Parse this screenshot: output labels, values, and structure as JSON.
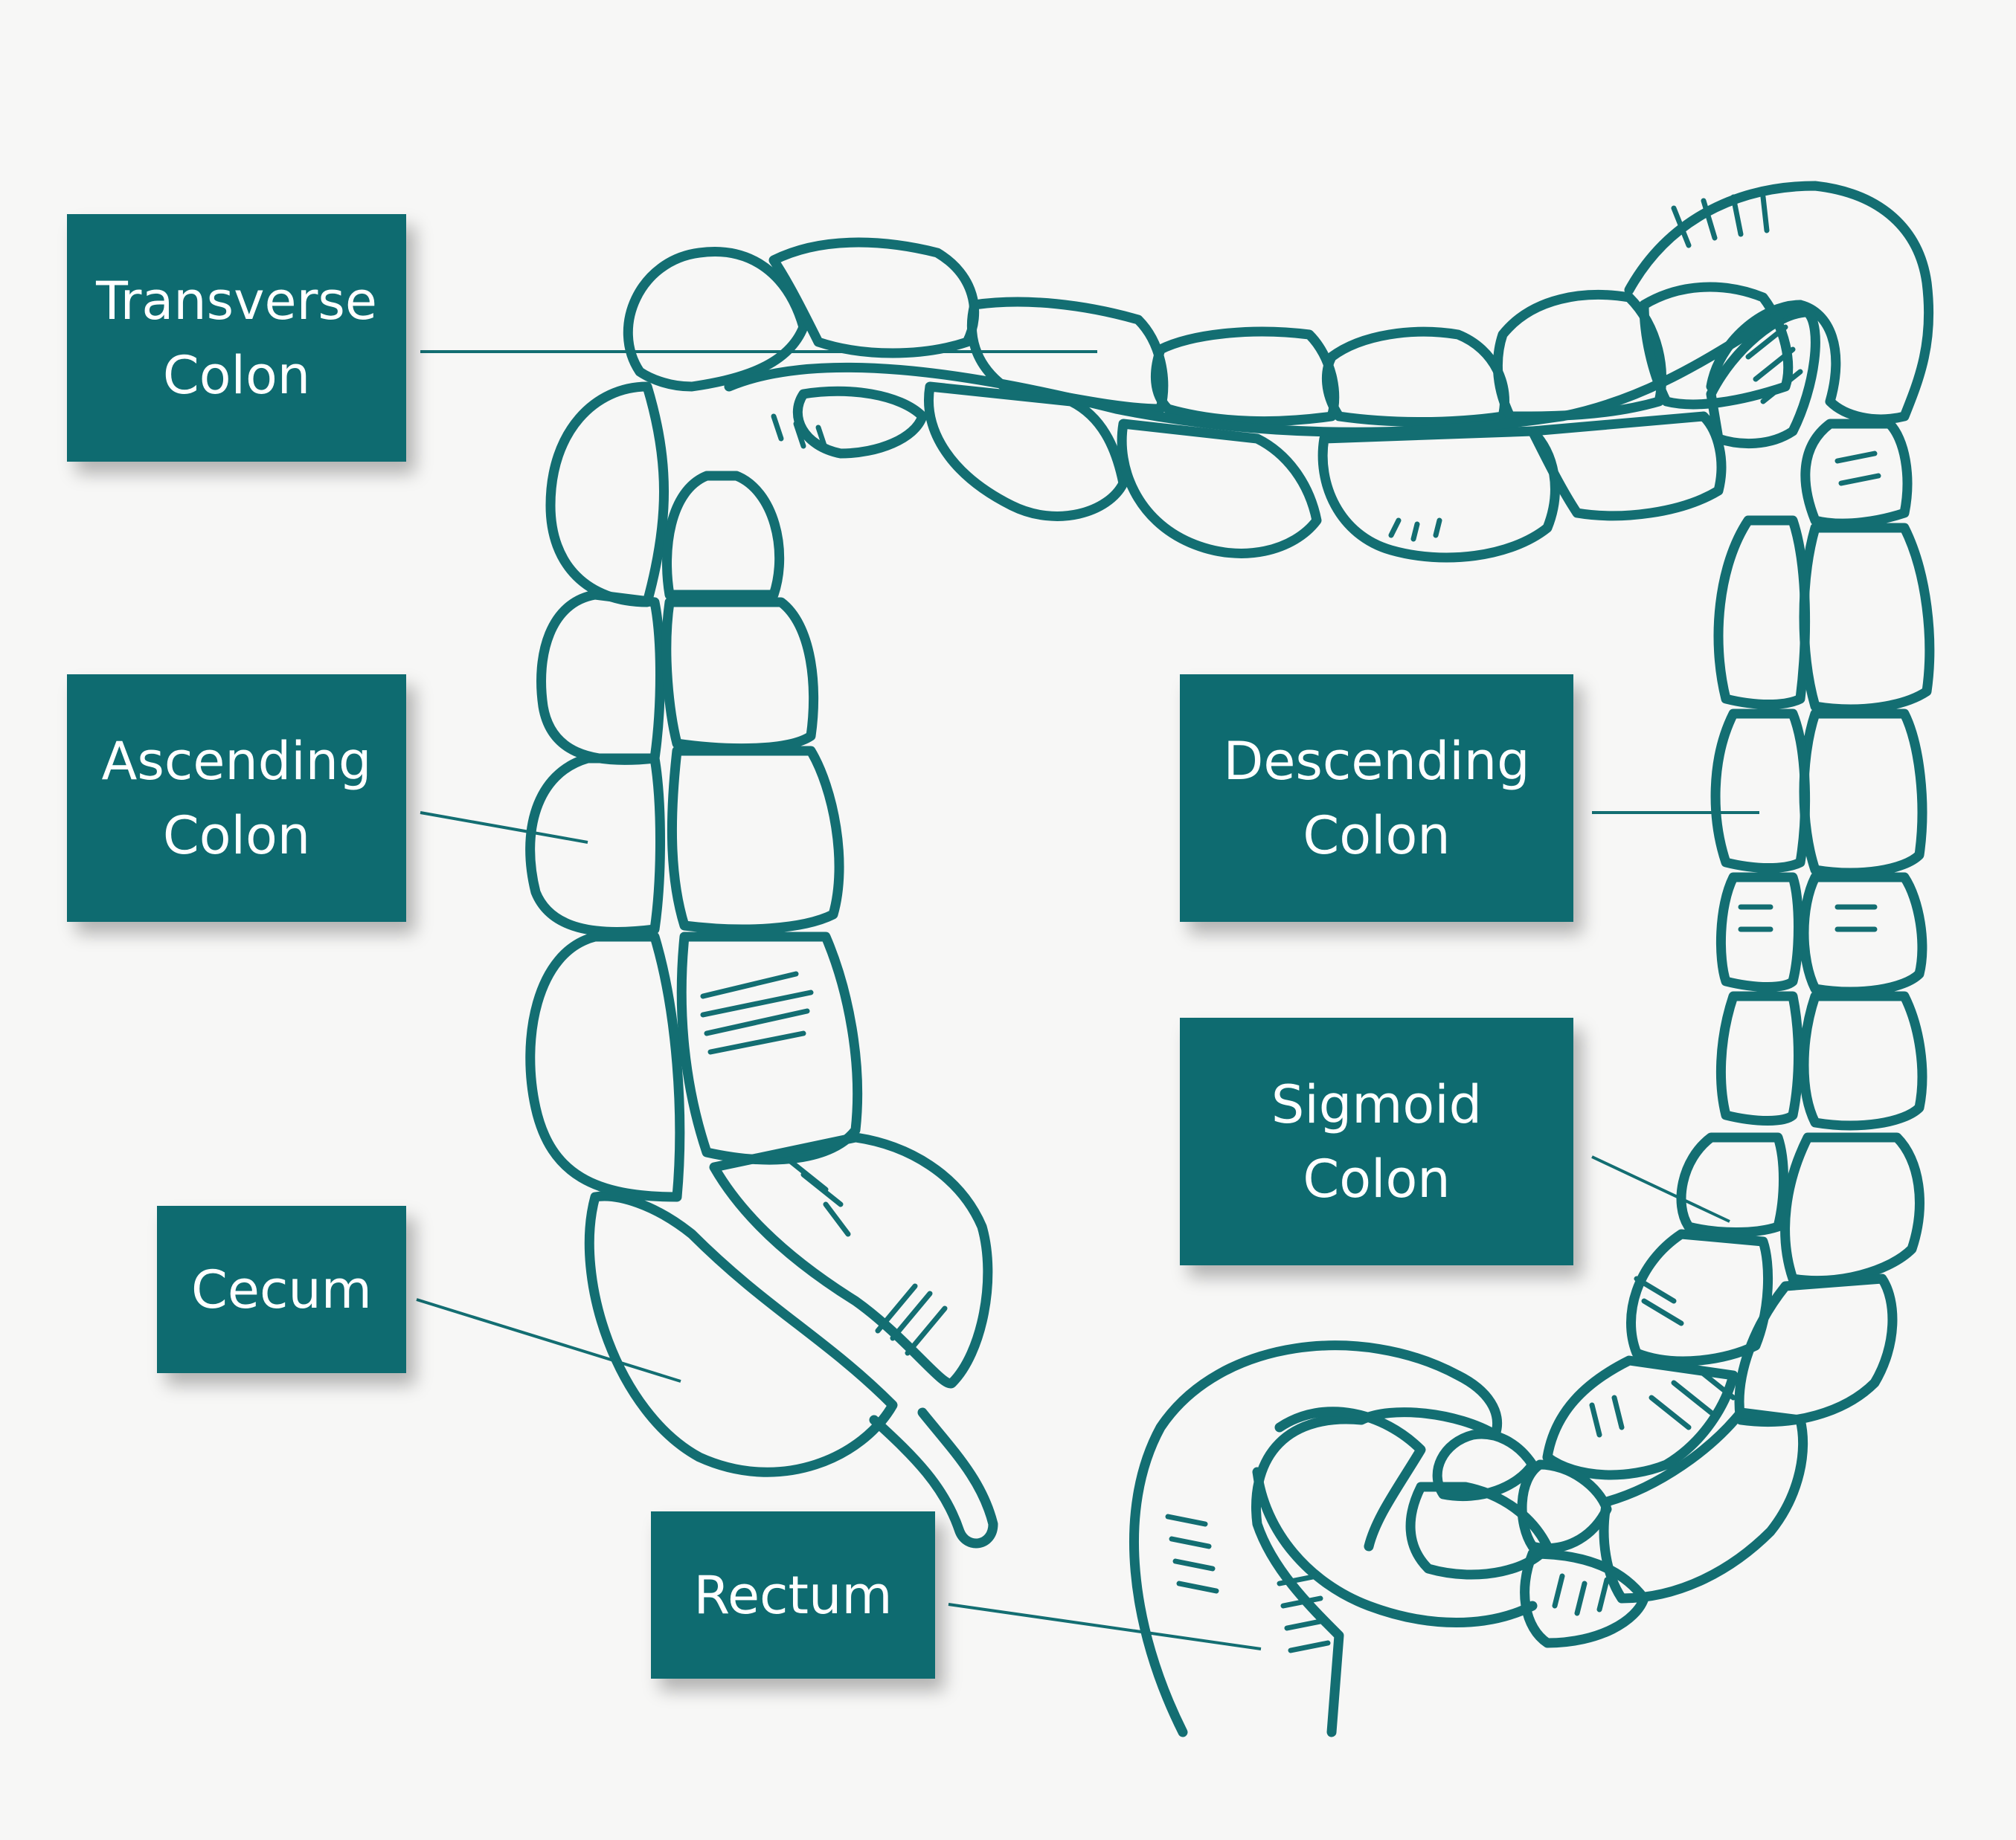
{
  "colors": {
    "organ_stroke": "#136e72",
    "label_bg": "#0e6b70",
    "label_text": "#ffffff",
    "background": "#f7f7f6"
  },
  "labels": {
    "transverse": "Transverse\nColon",
    "ascending": "Ascending\nColon",
    "cecum": "Cecum",
    "rectum": "Rectum",
    "descending": "Descending\nColon",
    "sigmoid": "Sigmoid\nColon"
  }
}
